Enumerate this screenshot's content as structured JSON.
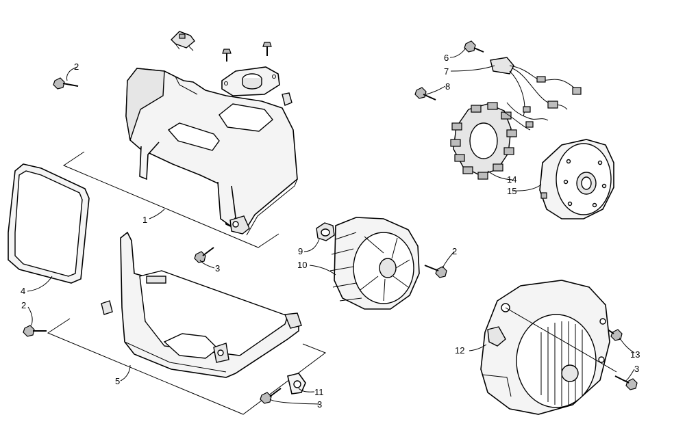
{
  "labels": {
    "l1": "1",
    "l2a": "2",
    "l2b": "2",
    "l2c": "2",
    "l3a": "3",
    "l3b": "3",
    "l3c": "3",
    "l4": "4",
    "l5": "5",
    "l6": "6",
    "l7": "7",
    "l8": "8",
    "l9": "9",
    "l10": "10",
    "l11": "11",
    "l12": "12",
    "l13": "13",
    "l14": "14",
    "l15": "15"
  }
}
